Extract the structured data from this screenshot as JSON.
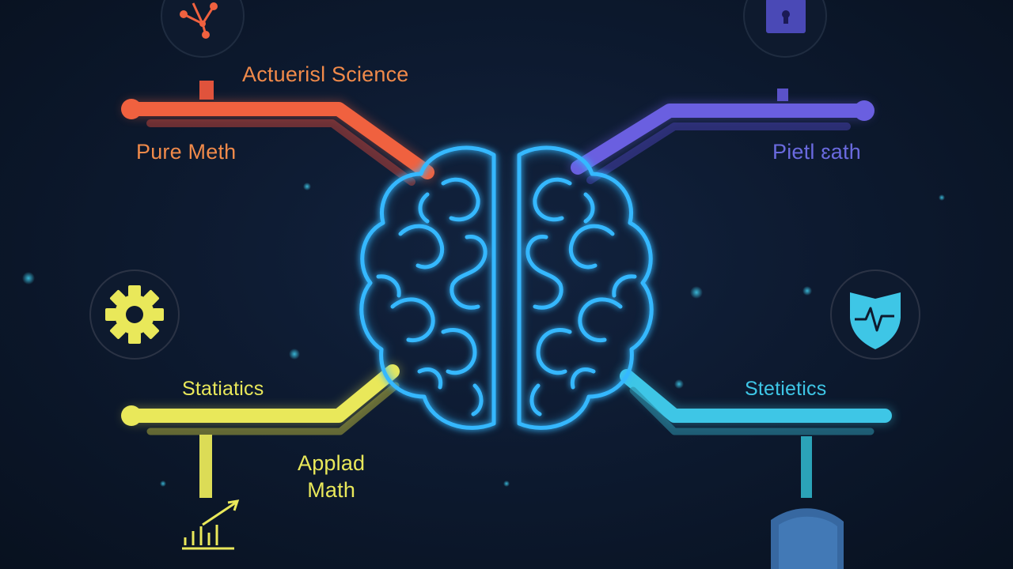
{
  "colors": {
    "background": "#0b1426",
    "orange": "#f0613f",
    "orange_text": "#f08a4a",
    "purple": "#6a5fe0",
    "purple_text": "#6a6adf",
    "yellow": "#e9e85a",
    "cyan": "#3ec6e6",
    "brain": "#36b8ff"
  },
  "icons": {
    "top_left": "network-nodes-icon",
    "top_right": "padlock-icon",
    "mid_left": "gear-icon",
    "mid_right": "shield-heartbeat-icon",
    "bottom_left": "rising-chart-icon",
    "bottom_right": "shield-icon",
    "center": "brain-icon"
  },
  "labels": {
    "actuarial": "Actuerisl Science",
    "pure_math": "Pure Meth",
    "right_top": "Pietl ɛath",
    "statistics_left": "Statiatics",
    "statistics_right": "Stetietics",
    "applied_line1": "Applad",
    "applied_line2": "Math"
  }
}
